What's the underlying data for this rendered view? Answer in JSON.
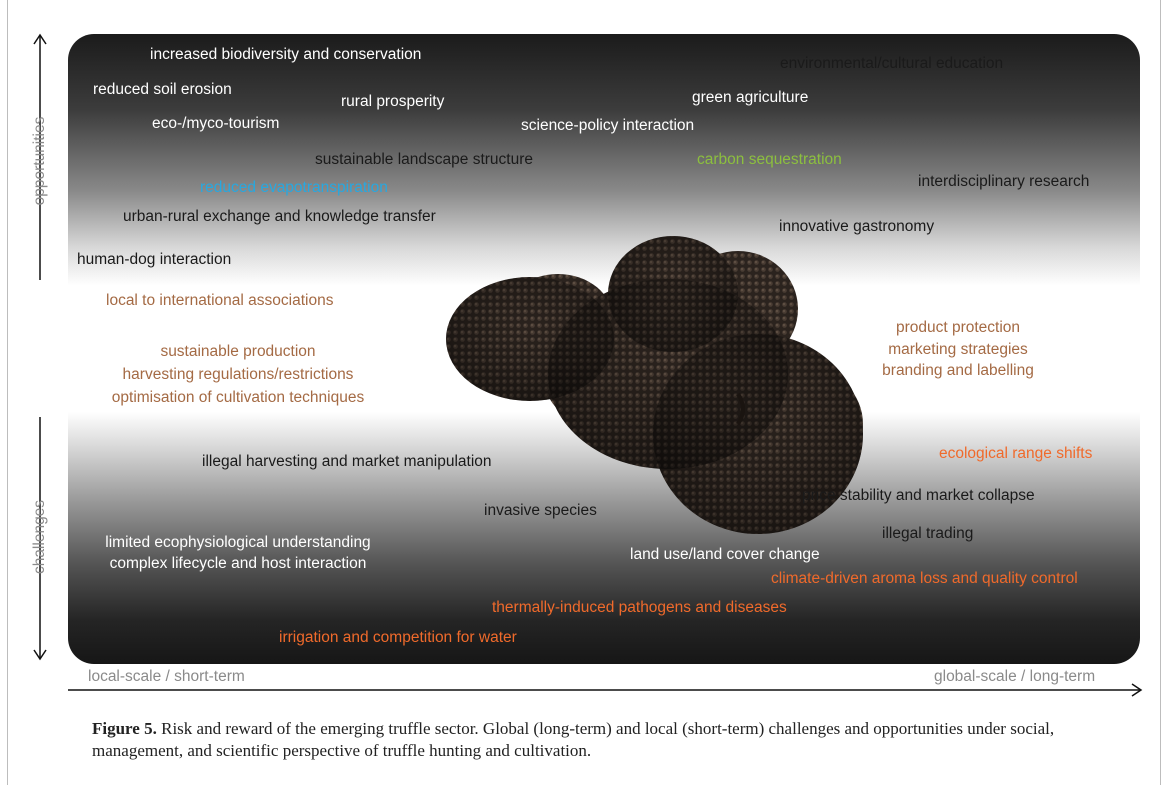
{
  "figure": {
    "opportunities_label": "opportunities",
    "challenges_label": "challenges",
    "x_axis_left": "local-scale / short-term",
    "x_axis_right": "global-scale / long-term",
    "image": "truffle-photo",
    "colors": {
      "white": "#ffffff",
      "black": "#1a1a1a",
      "brown": "#a46a44",
      "blue": "#27a8e0",
      "green": "#8cbf3f",
      "orange": "#f06a2b"
    },
    "opportunities": {
      "o1": "increased biodiversity and conservation",
      "o2": "environmental/cultural education",
      "o3": "reduced soil erosion",
      "o4": "rural prosperity",
      "o5": "green agriculture",
      "o6": "eco-/myco-tourism",
      "o7": "science-policy interaction",
      "o8": "sustainable landscape structure",
      "o9": "carbon sequestration",
      "o10": "reduced evapotranspiration",
      "o11": "interdisciplinary research",
      "o12": "urban-rural exchange and knowledge transfer",
      "o13": "innovative gastronomy",
      "o14": "human-dog interaction"
    },
    "management": {
      "m1": "local to international associations",
      "m2": "sustainable production",
      "m3": "harvesting regulations/restrictions",
      "m4": "optimisation of cultivation techniques",
      "m5": "product protection",
      "m6": "marketing strategies",
      "m7": "branding and labelling"
    },
    "challenges": {
      "c1": "illegal harvesting and market manipulation",
      "c2": "ecological range shifts",
      "c3": "price stability and market collapse",
      "c4": "invasive species",
      "c5": "illegal trading",
      "c6": "limited ecophysiological understanding",
      "c7": "complex lifecycle and host interaction",
      "c8": "land use/land cover change",
      "c9": "climate-driven aroma loss and quality control",
      "c10": "thermally-induced pathogens and diseases",
      "c11": "irrigation and competition for water"
    }
  },
  "caption": {
    "label": "Figure 5.",
    "text": "Risk and reward of the emerging truffle sector. Global (long-term) and local (short-term) challenges and opportunities under social, management, and scientific perspective of truffle hunting and cultivation."
  }
}
